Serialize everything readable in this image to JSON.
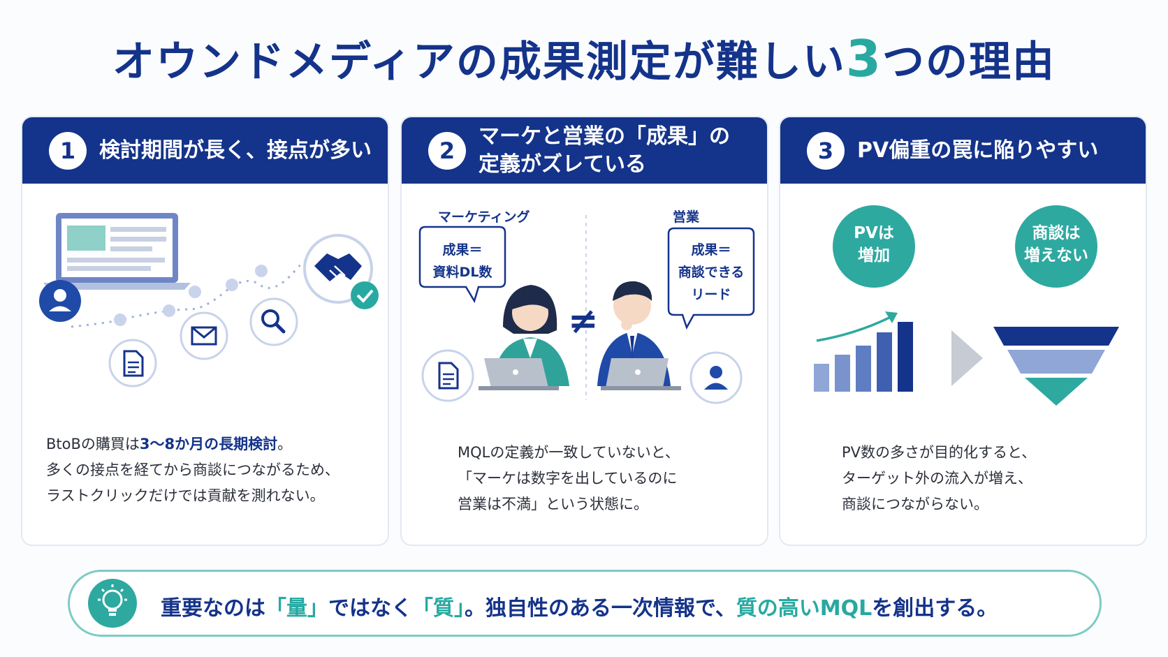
{
  "title": {
    "before": "オウンドメディアの成果測定が難しい",
    "number": "3",
    "after": "つの理由"
  },
  "cards": [
    {
      "number": "1",
      "title_line1": "検討期間が長く、接点が多い",
      "text_line1_pre": "BtoBの購買は",
      "text_line1_hl": "3〜8か月の長期検討",
      "text_line1_post": "。",
      "text_line2": "多くの接点を経てから商談につながるため、",
      "text_line3": "ラストクリックだけでは貢献を測れない。"
    },
    {
      "number": "2",
      "title_line1": "マーケと営業の「成果」の",
      "title_line2": "定義がズレている",
      "label_left": "マーケティング",
      "label_right": "営業",
      "bubble_left_1": "成果＝",
      "bubble_left_2": "資料DL数",
      "bubble_right_1": "成果＝",
      "bubble_right_2": "商談できる",
      "bubble_right_3": "リード",
      "not_equal": "≠",
      "text_line1": "MQLの定義が一致していないと、",
      "text_line2": "「マーケは数字を出しているのに",
      "text_line3": "営業は不満」という状態に。"
    },
    {
      "number": "3",
      "title_line1": "PV偏重の罠に陥りやすい",
      "circle_left_1": "PVは",
      "circle_left_2": "増加",
      "circle_right_1": "商談は",
      "circle_right_2": "増えない",
      "text_line1": "PV数の多さが目的化すると、",
      "text_line2": "ターゲット外の流入が増え、",
      "text_line3": "商談につながらない。"
    }
  ],
  "bottom": {
    "t1": "重要なのは",
    "t2": "「量」",
    "t3": "ではなく",
    "t4": "「質」",
    "t5": "。独自性のある一次情報で、",
    "t6": "質の高いMQL",
    "t7": "を創出する。"
  },
  "colors": {
    "navy": "#14338a",
    "teal": "#27a9a1",
    "light_blue": "#8fa6d6"
  },
  "icons": [
    "user-icon",
    "document-icon",
    "mail-icon",
    "search-icon",
    "handshake-icon",
    "check-icon",
    "laptop-icon",
    "lightbulb-icon",
    "arrow-right-icon",
    "funnel-icon"
  ]
}
